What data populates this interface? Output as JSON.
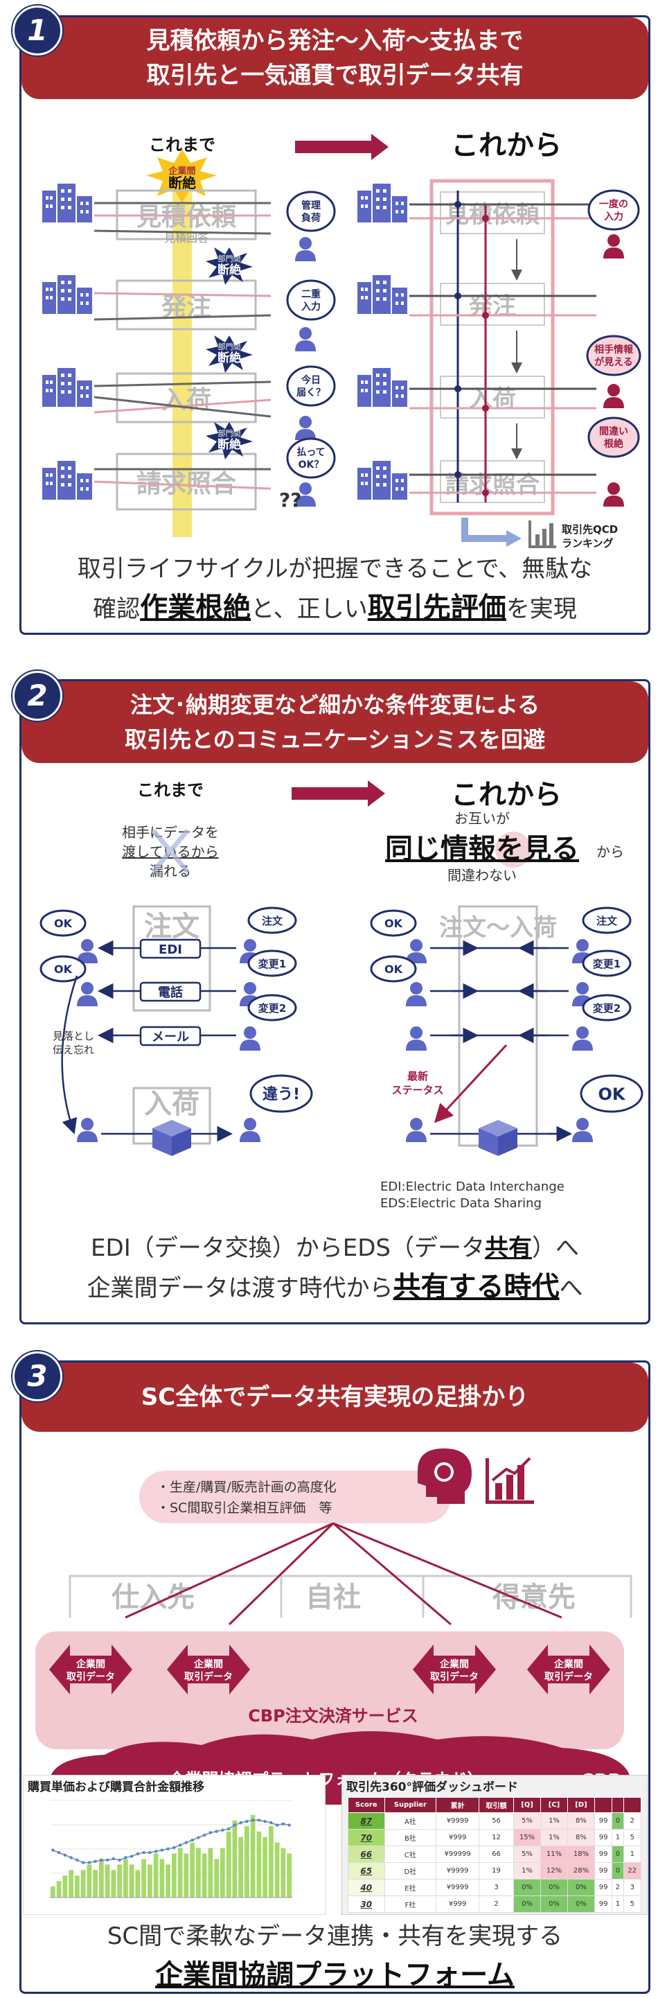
{
  "section1": {
    "number": "1",
    "title_line1": "見積依頼から発注〜入荷〜支払まで",
    "title_line2": "取引先と一気通貫で取引データ共有",
    "before_label": "これまで",
    "after_label": "これから",
    "cut_label_top": "企業間",
    "cut_label_bottom": "断絶",
    "dept_cut_top": "部門間",
    "dept_cut_bottom": "断絶",
    "stages": [
      "見積依頼",
      "発注",
      "入荷",
      "請求照合"
    ],
    "sub_reply": "見積回答",
    "before_bubbles": [
      [
        "管理",
        "負荷"
      ],
      [
        "二重",
        "入力"
      ],
      [
        "今日",
        "届く？"
      ],
      [
        "払って",
        "OK？"
      ]
    ],
    "after_bubbles": [
      [
        "一度の",
        "入力"
      ],
      [
        "相手情報",
        "が見える"
      ],
      [
        "間違い",
        "根絶"
      ]
    ],
    "ranking_line1": "取引先QCD",
    "ranking_line2": "ランキング",
    "caption_line1": "取引ライフサイクルが把握できることで、無駄な",
    "caption_pre": "確認",
    "caption_em1": "作業根絶",
    "caption_mid": "と、正しい",
    "caption_em2": "取引先評価",
    "caption_post": "を実現"
  },
  "section2": {
    "number": "2",
    "title_line1": "注文･納期変更など細かな条件変更による",
    "title_line2": "取引先とのコミュニケーションミスを回避",
    "before_label": "これまで",
    "after_label": "これから",
    "before_note": [
      "相手にデータを",
      "渡しているから",
      "漏れる"
    ],
    "after_note_top": "お互いが",
    "after_note_em": "同じ情報を見る",
    "after_note_suffix": "から",
    "after_note_bottom": "間違わない",
    "order_label": "注文",
    "arrival_label": "入荷",
    "span_label": "注文〜入荷",
    "ok": "OK",
    "channels": [
      "EDI",
      "電話",
      "メール"
    ],
    "bubbles": [
      "注文",
      "変更1",
      "変更2"
    ],
    "miss_note": [
      "見落とし",
      "伝え忘れ"
    ],
    "wrong": "違う!",
    "status_note": [
      "最新",
      "ステータス"
    ],
    "edi_def": "EDI:Electric Data Interchange",
    "eds_def": "EDS:Electric Data Sharing",
    "caption1_pre": "EDI（データ交換）からEDS（データ",
    "caption1_em": "共有",
    "caption1_post": "）へ",
    "caption2_pre": "企業間データは渡す時代から",
    "caption2_em": "共有する時代",
    "caption2_post": "へ"
  },
  "section3": {
    "number": "3",
    "title": "SC全体でデータ共有実現の足掛かり",
    "plan_items": [
      "・生産/購買/販売計画の高度化",
      "・SC間取引企業相互評価　等"
    ],
    "columns": [
      "仕入先",
      "自社",
      "得意先"
    ],
    "arrow_label_top": "企業間",
    "arrow_label_bottom": "取引データ",
    "service_label": "CBP注文決済サービス",
    "platform_label": "企業間協調プラットフォーム（クラウド）",
    "logo": "CBP",
    "chart_title": "購買単価および購買合計金額推移",
    "dashboard_title": "取引先360°評価ダッシュボード",
    "dashboard_headers": [
      "Score",
      "Supplier",
      "累計",
      "取引額",
      "[Q]",
      "[C]",
      "[D]",
      "",
      "",
      ""
    ],
    "dashboard_rows": [
      [
        "87",
        "A社",
        "¥9999",
        "56",
        "5%",
        "1%",
        "8%",
        "99",
        "0",
        "2"
      ],
      [
        "70",
        "B社",
        "¥999",
        "12",
        "15%",
        "1%",
        "8%",
        "99",
        "1",
        "5"
      ],
      [
        "66",
        "C社",
        "¥99999",
        "66",
        "5%",
        "11%",
        "18%",
        "99",
        "0",
        "1"
      ],
      [
        "65",
        "D社",
        "¥9999",
        "19",
        "1%",
        "12%",
        "28%",
        "99",
        "0",
        "22"
      ],
      [
        "40",
        "E社",
        "¥9999",
        "3",
        "0%",
        "0%",
        "0%",
        "99",
        "2",
        "3"
      ],
      [
        "30",
        "F社",
        "¥999",
        "2",
        "0%",
        "0%",
        "0%",
        "99",
        "1",
        "5"
      ]
    ],
    "caption1": "SC間で柔軟なデータ連携・共有を実現する",
    "caption2": "企業間協調プラットフォーム"
  },
  "colors": {
    "banner": "#a72b2e",
    "navy": "#1f2d6b",
    "crimson": "#a01c44",
    "icon_blue": "#5b66c5",
    "pink": "#f2c9cf",
    "green": "#a6d96a"
  },
  "chart_data": {
    "type": "bar",
    "title": "購買単価および購買合計金額推移",
    "categories": [
      "",
      "",
      "",
      "",
      "",
      "",
      "",
      "",
      "",
      "",
      "",
      "",
      "",
      "",
      "",
      "",
      "",
      "",
      "",
      "",
      "",
      "",
      "",
      "",
      "",
      "",
      "",
      "",
      "",
      "",
      "",
      "",
      "",
      "",
      "",
      "",
      "",
      "",
      "",
      ""
    ],
    "series": [
      {
        "values": [
          2,
          3,
          4,
          5,
          4,
          5,
          6,
          5,
          7,
          6,
          5,
          6,
          7,
          6,
          5,
          7,
          6,
          8,
          7,
          6,
          8,
          9,
          8,
          10,
          9,
          8,
          9,
          7,
          9,
          12,
          14,
          11,
          13,
          15,
          12,
          11,
          13,
          10,
          9,
          8
        ]
      },
      {
        "values": [
          3.8,
          3.6,
          3.4,
          3.2,
          3.0,
          2.8,
          2.8,
          2.9,
          3.0,
          3.0,
          3.1,
          3.0,
          3.2,
          3.3,
          3.5,
          3.6,
          3.6,
          3.7,
          3.8,
          3.9,
          4.0,
          4.2,
          4.4,
          4.6,
          4.8,
          5.0,
          5.2,
          5.3,
          5.4,
          5.5,
          5.8,
          6.0,
          6.1,
          6.2,
          6.2,
          6.1,
          6.0,
          5.8,
          5.9,
          5.8
        ]
      }
    ]
  }
}
